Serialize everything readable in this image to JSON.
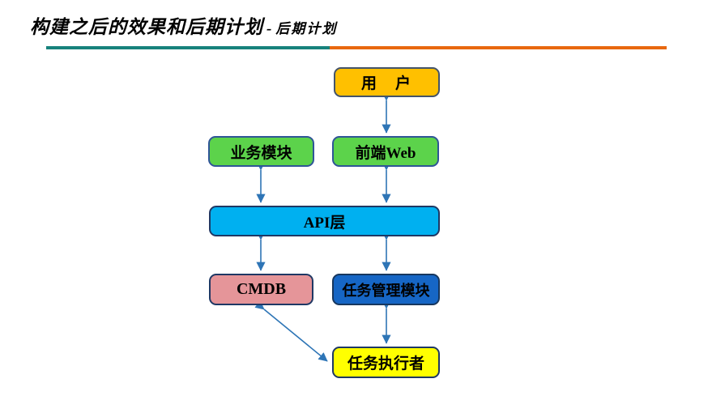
{
  "header": {
    "title": "构建之后的效果和后期计划",
    "separator": "-",
    "subtitle": "后期计划",
    "underline": {
      "left_color": "#17827C",
      "right_color": "#E8680F"
    }
  },
  "diagram": {
    "arrow_color": "#2E75B6",
    "nodes": {
      "user": {
        "label": "用　户",
        "fill": "#FFC000",
        "border": "#44546A"
      },
      "business": {
        "label": "业务模块",
        "fill": "#5CD34B",
        "border": "#2F5597"
      },
      "frontend": {
        "label": "前端Web",
        "fill": "#5CD34B",
        "border": "#2F5597"
      },
      "api": {
        "label": "API层",
        "fill": "#00B0F0",
        "border": "#1F3864"
      },
      "cmdb": {
        "label": "CMDB",
        "fill": "#E59599",
        "border": "#1F3864"
      },
      "taskmgr": {
        "label": "任务管理模块",
        "fill": "#1666C5",
        "border": "#17375E"
      },
      "executor": {
        "label": "任务执行者",
        "fill": "#FFFF00",
        "border": "#1F3864"
      }
    },
    "connectors": [
      {
        "from": "用户",
        "to": "前端Web",
        "bidirectional": true
      },
      {
        "from": "业务模块",
        "to": "API层",
        "bidirectional": true
      },
      {
        "from": "前端Web",
        "to": "API层",
        "bidirectional": true
      },
      {
        "from": "API层",
        "to": "CMDB",
        "bidirectional": true
      },
      {
        "from": "API层",
        "to": "任务管理模块",
        "bidirectional": true
      },
      {
        "from": "任务管理模块",
        "to": "任务执行者",
        "bidirectional": true
      },
      {
        "from": "CMDB",
        "to": "任务执行者",
        "bidirectional": true
      }
    ]
  }
}
